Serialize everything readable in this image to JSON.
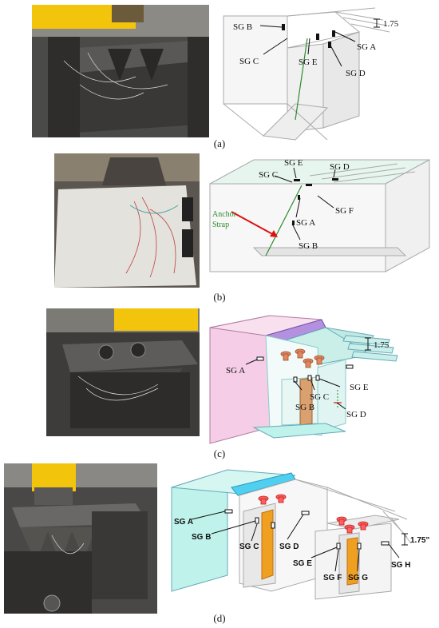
{
  "panels": [
    {
      "caption": "(a)",
      "labels": {
        "sg_b": "SG B",
        "sg_c": "SG C",
        "sg_e": "SG E",
        "sg_a": "SG A",
        "sg_d": "SG D",
        "dim": "1.75"
      }
    },
    {
      "caption": "(b)",
      "labels": {
        "sg_e": "SG E",
        "sg_c": "SG C",
        "sg_d": "SG D",
        "sg_f": "SG F",
        "sg_a": "SG A",
        "sg_b": "SG B",
        "anchor": "Anchor",
        "strap": "Strap"
      }
    },
    {
      "caption": "(c)",
      "labels": {
        "sg_a": "SG A",
        "sg_b": "SG B",
        "sg_c": "SG C",
        "sg_e": "SG E",
        "sg_d": "SG D",
        "dim": "1.75"
      }
    },
    {
      "caption": "(d)",
      "labels": {
        "sg_a": "SG A",
        "sg_b": "SG B",
        "sg_c": "SG C",
        "sg_d": "SG D",
        "sg_e": "SG E",
        "sg_f": "SG F",
        "sg_g": "SG G",
        "sg_h": "SG H",
        "dim": "1.75\""
      }
    }
  ],
  "colors": {
    "anchor_strap": "#2e8b2e",
    "arrow": "#e01010",
    "cyan_panel": "#bff2ea",
    "pink_panel": "#f6cde6",
    "orange_plate": "#f0a020",
    "yellow_actuator": "#f2c40c"
  }
}
